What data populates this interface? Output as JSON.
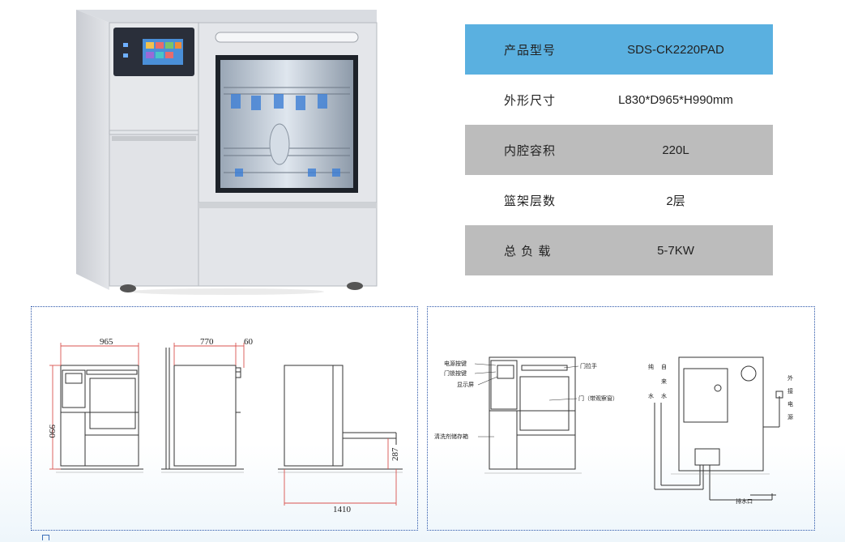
{
  "spec_table": {
    "rows": [
      {
        "label": "产品型号",
        "value": "SDS-CK2220PAD"
      },
      {
        "label": "外形尺寸",
        "value": "L830*D965*H990mm"
      },
      {
        "label": "内腔容积",
        "value": "220L"
      },
      {
        "label": "篮架层数",
        "value": "2层"
      },
      {
        "label": "总 负 载",
        "value": "5-7KW"
      }
    ],
    "colors": {
      "header_row": "#5ab0e0",
      "gray_row": "#bcbcbc",
      "white_row": "#ffffff"
    }
  },
  "dimension_drawing": {
    "width_label": "965",
    "height_label": "990",
    "depth_label": "770",
    "gap_label": "60",
    "door_drop_label": "287",
    "open_depth_label": "1410"
  },
  "parts_drawing": {
    "power_button": "电源按键",
    "door_lock_button": "门锁按键",
    "display": "显示屏",
    "door_handle": "门拉手",
    "door": "门（带观察窗）",
    "detergent_storage": "清洗剂储存箱",
    "pure_water": [
      "纯",
      "水"
    ],
    "tap_water": [
      "自",
      "来",
      "水"
    ],
    "external_power": [
      "外",
      "接",
      "电",
      "源"
    ],
    "drain": "排水口"
  },
  "icons": [
    "product-photo-icon"
  ]
}
